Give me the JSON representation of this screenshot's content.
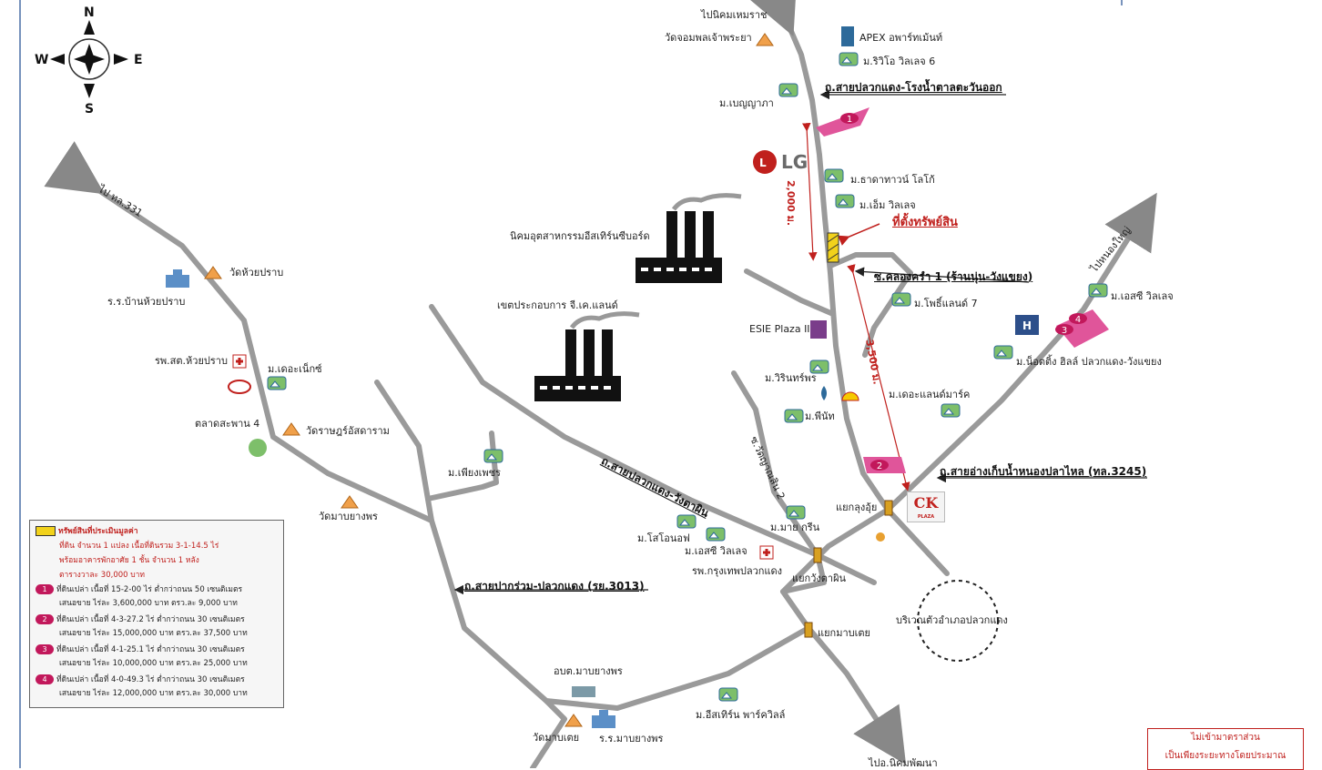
{
  "compass": {
    "n": "N",
    "s": "S",
    "e": "E",
    "w": "W"
  },
  "labels": {
    "to_nikhom_hemaraj": "ไปนิคมเหมราช",
    "wat_jom": "วัดจอมพลเจ้าพระยา",
    "apex": "APEX อพาร์ทเม้นท์",
    "m_rivo": "ม.ริวิโอ วิลเลจ 6",
    "m_benyapa": "ม.เบญญาภา",
    "road_sai_pluak_rongnam": "ถ.สายปลวกแดง-โรงน้ำตาลตะวันออก",
    "lg": "LG",
    "m_thada": "ม.ธาดาทาวน์ โลโก้",
    "m_em": "ม.เอ็ม วิลเลจ",
    "dist_2000": "2,000 ม.",
    "subject_site": "ที่ตั้งทรัพย์สิน",
    "estate_eastern": "นิคมอุตสาหกรรมอีสเทิร์นซีบอร์ด",
    "soi_khlong": "ซ.คลองครำ 1 (ร้านนุ่น-วังแขยง)",
    "to_nong_yai": "ไปหนองใหญ่",
    "m_plot7": "ม.โพธิ์แลนด์ 7",
    "m_sc_village": "ม.เอสซี วิลเลจ",
    "gk_land": "เขตประกอบการ จี.เค.แลนด์",
    "esie": "ESIE Plaza II",
    "dist_3500": "3,500 ม.",
    "m_nottingham": "ม.น็อตติ้ง ฮิลล์ ปลวกแดง-วังแขยง",
    "m_virin": "ม.วิรินทร์พร",
    "m_landmark": "ม.เดอะแลนด์มาร์ค",
    "m_pinnath": "ม.พีนัท",
    "road_wat_yansin2": "ซ.วัดญาณสิน 2",
    "to_331": "ไป ทล.331",
    "wat_huai_prab": "วัดห้วยปราบ",
    "school_huai_prab": "ร.ร.บ้านห้วยปราบ",
    "hosp_huai_prab": "รพ.สต.ห้วยปราบ",
    "m_the_next": "ม.เดอะเน็กซ์",
    "talad": "ตลาดสะพาน 4",
    "wat_rat": "วัดราษฎร์อัสดาราม",
    "m_phiang_phet": "ม.เพียงเพชร",
    "road_pluak_wang": "ถ.สายปลวกแดง-วังตาผิน",
    "road_ang_kep": "ถ.สายอ่างเก็บน้ำหนองปลาไหล (ทล.3245)",
    "yaek_krung_ui": "แยกลุงอุ้ย",
    "ck": "CK",
    "ck_sub": "PLAZA",
    "m_my_green": "ม.มาย กรีน",
    "m_sc_villa2": "ม.เอสซี วิลเลจ",
    "m_solono": "ม.โสโอนอฟ",
    "wat_map_yang": "วัดมาบยางพร",
    "hosp_bkk": "รพ.กรุงเทพปลวกแดง",
    "yaek_wang_taphin": "แยกวังตาผิน",
    "road_sai_pak_ruam": "ถ.สายปากร่วม-ปลวกแดง (รย.3013)",
    "district_area": "บริเวณตัวอำเภอปลวกแดง",
    "yaek_map_toei": "แยกมาบเตย",
    "obt_map_yang": "อบต.มาบยางพร",
    "m_eastern_park": "ม.อีสเทิร์น พาร์ควิลล์",
    "wat_map_toei": "วัดมาบเตย",
    "school_map_yang": "ร.ร.มาบยางพร",
    "to_nikhom_phatthana": "ไปอ.นิคมพัฒนา"
  },
  "legend": {
    "title": "ทรัพย์สินที่ประเมินมูลค่า",
    "line1": "ที่ดิน จำนวน 1 แปลง เนื้อที่ดินรวม 3-1-14.5 ไร่",
    "line2": "พร้อมอาคารพักอาศัย 1 ชั้น จำนวน 1 หลัง",
    "line3": "ตารางวาละ 30,000 บาท",
    "items": [
      {
        "num": "1",
        "desc": "ที่ดินเปล่า เนื้อที่ 15-2-00 ไร่ ต่ำกว่าถนน 50 เซนติเมตร",
        "price": "เสนอขาย ไร่ละ 3,600,000 บาท ตรว.ละ 9,000 บาท"
      },
      {
        "num": "2",
        "desc": "ที่ดินเปล่า เนื้อที่ 4-3-27.2 ไร่ ต่ำกว่าถนน 30 เซนติเมตร",
        "price": "เสนอขาย ไร่ละ 15,000,000 บาท ตรว.ละ 37,500 บาท"
      },
      {
        "num": "3",
        "desc": "ที่ดินเปล่า เนื้อที่ 4-1-25.1 ไร่ ต่ำกว่าถนน 30 เซนติเมตร",
        "price": "เสนอขาย ไร่ละ 10,000,000 บาท ตรว.ละ 25,000 บาท"
      },
      {
        "num": "4",
        "desc": "ที่ดินเปล่า เนื้อที่ 4-0-49.3 ไร่ ต่ำกว่าถนน 30 เซนติเมตร",
        "price": "เสนอขาย ไร่ละ 12,000,000 บาท ตรว.ละ 30,000 บาท"
      }
    ]
  },
  "note": {
    "line1": "ไม่เข้ามาตราส่วน",
    "line2": "เป็นเพียงระยะทางโดยประมาณ"
  },
  "colors": {
    "road": "#9a9a9a",
    "plot": "#e0559a",
    "red": "#c0201d",
    "factory": "#111111"
  }
}
